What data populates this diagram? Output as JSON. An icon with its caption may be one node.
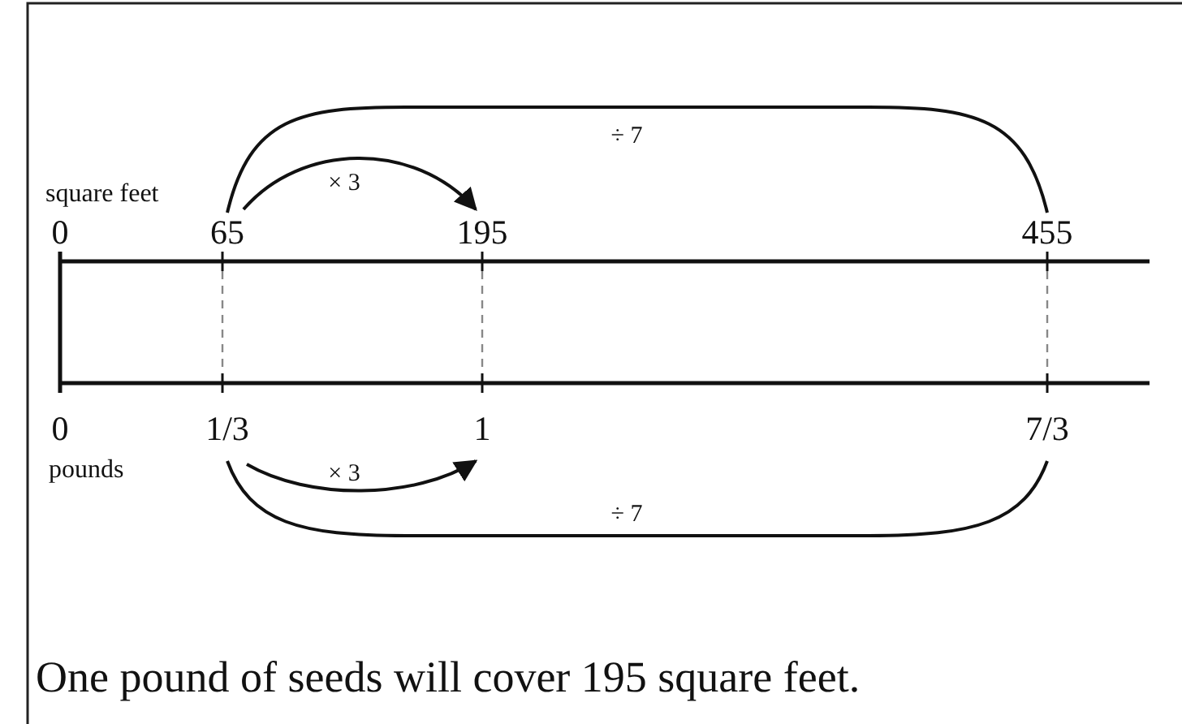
{
  "diagram": {
    "nodes": [
      {
        "text": [
          "0"
        ]
      },
      {
        "text": [
          "65"
        ]
      },
      {
        "text": [
          "195"
        ]
      },
      {
        "text": [
          "455"
        ]
      },
      {
        "text": [
          "0"
        ]
      },
      {
        "text": [
          "1/3"
        ]
      },
      {
        "text": [
          "1"
        ]
      },
      {
        "text": [
          "7/3"
        ]
      }
    ],
    "edges": [
      {
        "from": 1,
        "to": 2,
        "arrow": "to",
        "label": "× 3"
      },
      {
        "from": 1,
        "to": 3,
        "arrow": "none",
        "label": "÷ 7"
      },
      {
        "from": 5,
        "to": 6,
        "arrow": "to",
        "label": "× 3"
      },
      {
        "from": 5,
        "to": 7,
        "arrow": "none",
        "label": "÷ 7"
      }
    ],
    "labels": [
      "square feet",
      "pounds",
      "One pound of seeds will cover 195 square feet."
    ]
  }
}
